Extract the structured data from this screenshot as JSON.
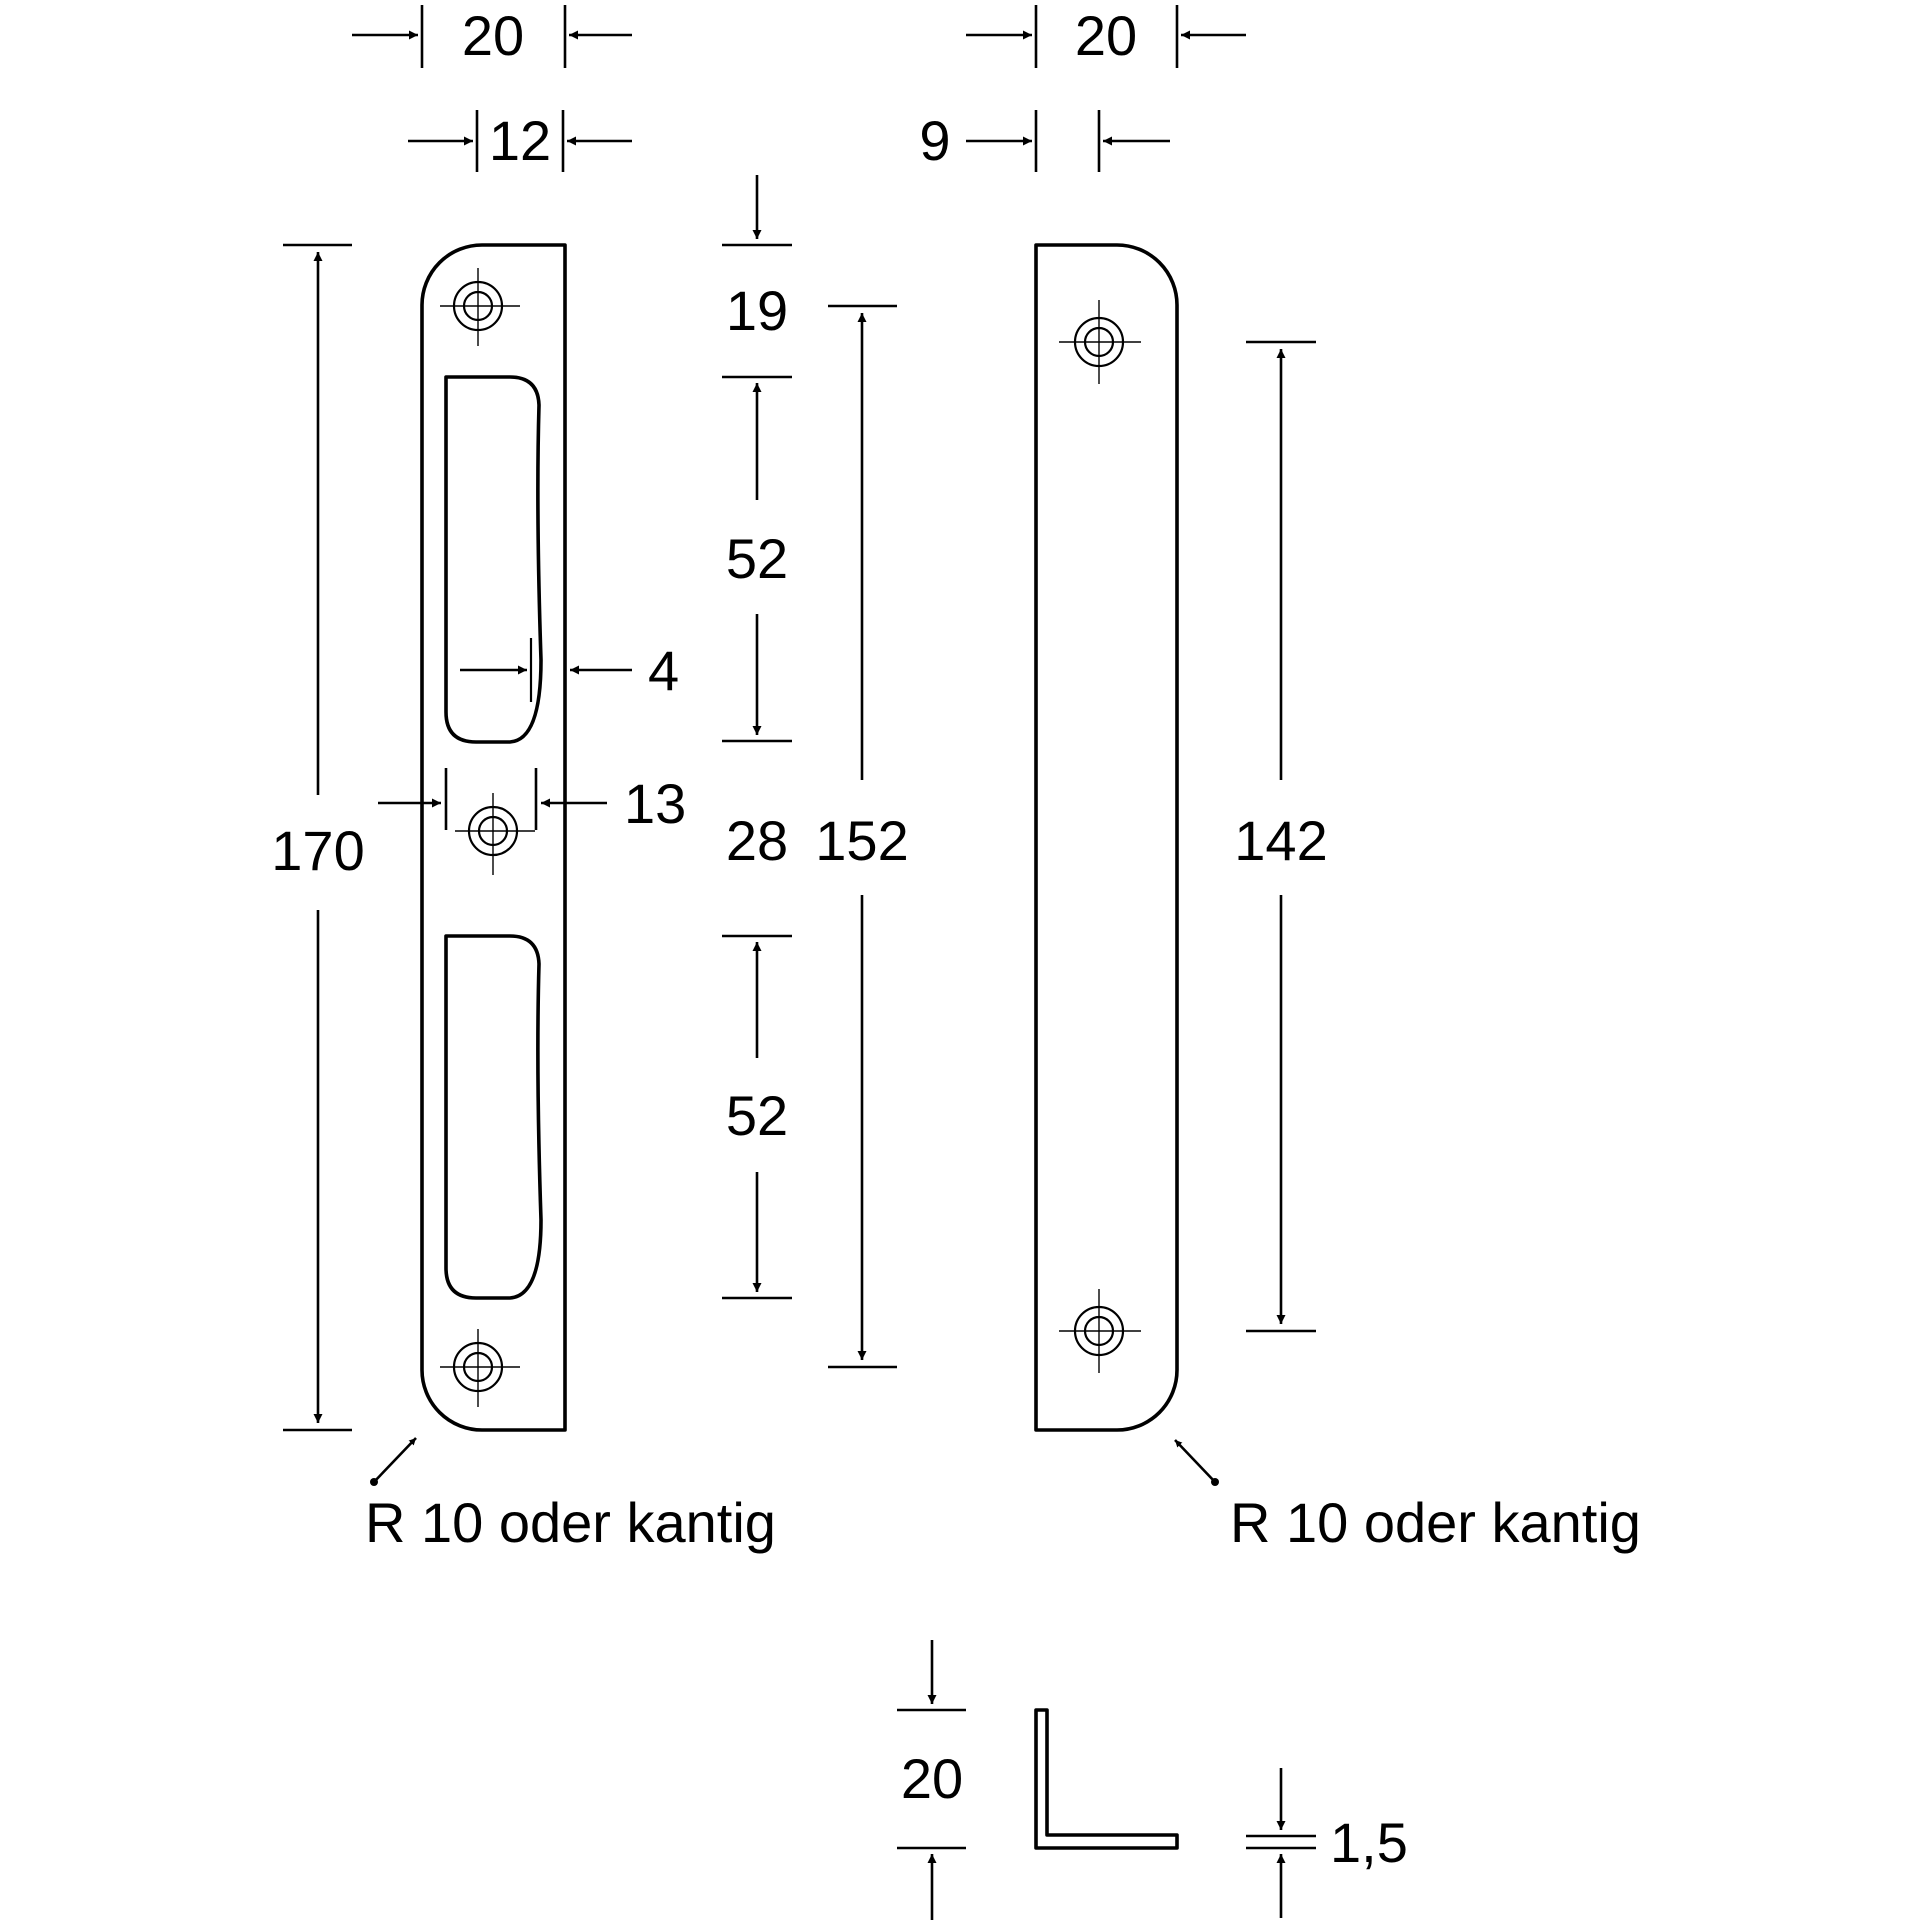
{
  "drawing": {
    "left_plate": {
      "width_total": "20",
      "width_inner": "12",
      "height_total": "170",
      "lip_offset": "4",
      "hole_slot_width": "13",
      "corner_note": "R 10 oder kantig"
    },
    "middle_dims": {
      "top_offset": "19",
      "slot_upper": "52",
      "gap": "28",
      "slot_lower": "52",
      "hole_span": "152"
    },
    "right_plate": {
      "width_total": "20",
      "edge_offset": "9",
      "hole_span": "142",
      "corner_note": "R 10 oder kantig"
    },
    "angle_profile": {
      "leg": "20",
      "thickness": "1,5"
    }
  }
}
